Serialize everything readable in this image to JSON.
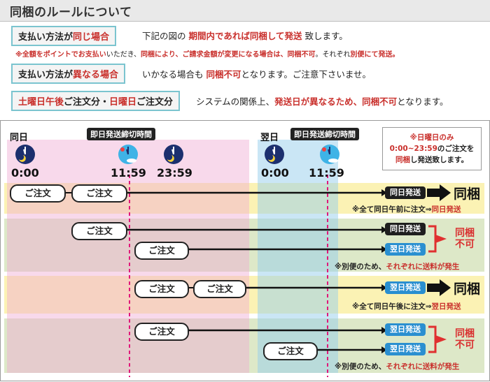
{
  "title": "同梱のルールについて",
  "rules": {
    "same_label_prefix": "支払い方法が",
    "same_label_emph": "同じ場合",
    "same_text_1": "下記の図の",
    "same_text_emph": "期間内であれば同梱して発送",
    "same_text_2": "致します。",
    "note_1_red": "※全額をポイントでお支払い",
    "note_1_b": "いただき、",
    "note_1_c": "同梱により、ご請求金額が変更になる場合は、同梱不可",
    "note_1_d": "。それぞれ",
    "note_1_e": "別便にて発送。",
    "diff_label_prefix": "支払い方法が",
    "diff_label_emph": "異なる場合",
    "diff_text_1": "いかなる場合も",
    "diff_text_emph": "同梱不可",
    "diff_text_2": "となります。ご注意下さいませ。",
    "weekend_label_a": "土曜日午後",
    "weekend_label_b": "ご注文分・",
    "weekend_label_c": "日曜日",
    "weekend_label_d": "ご注文分",
    "weekend_text_1": "システムの関係上、",
    "weekend_text_emph": "発送日が異なるため、同梱不可",
    "weekend_text_2": "となります。"
  },
  "timeline": {
    "same_day": "同日",
    "next_day": "翌日",
    "cutoff_label_1": "即日発送締切時間",
    "cutoff_label_2": "即日発送締切時間",
    "times": [
      "0:00",
      "11:59",
      "23:59",
      "0:00",
      "11:59"
    ],
    "sunday_note_1": "※日曜日のみ",
    "sunday_note_2": "0:00~23:59",
    "sunday_note_3": "のご注文を",
    "sunday_note_4": "同梱",
    "sunday_note_5": "し発送致します。"
  },
  "rows": {
    "order_label": "ご注文",
    "same_ship": "同日発送",
    "next_ship": "翌日発送",
    "bundle": "同梱",
    "no_bundle_1": "同梱",
    "no_bundle_2": "不可",
    "r1_note_a": "※全て同日午前に注文⇒",
    "r1_note_b": "同日発送",
    "r2_note_a": "※別便のため、",
    "r2_note_b": "それぞれに送料が発生",
    "r3_note_a": "※全て同日午後に注文⇒",
    "r3_note_b": "翌日発送",
    "r4_note_a": "※別便のため、",
    "r4_note_b": "それぞれに送料が発生"
  },
  "colors": {
    "accent_red": "#c9302c",
    "tag_blue": "#2a8fd0",
    "tag_black": "#1e1e1e",
    "band_yellow": "#fbf2b4",
    "band_green": "#dde8c8",
    "zone_pink": "#f4cde0",
    "zone_blue": "#c6e3f2"
  }
}
